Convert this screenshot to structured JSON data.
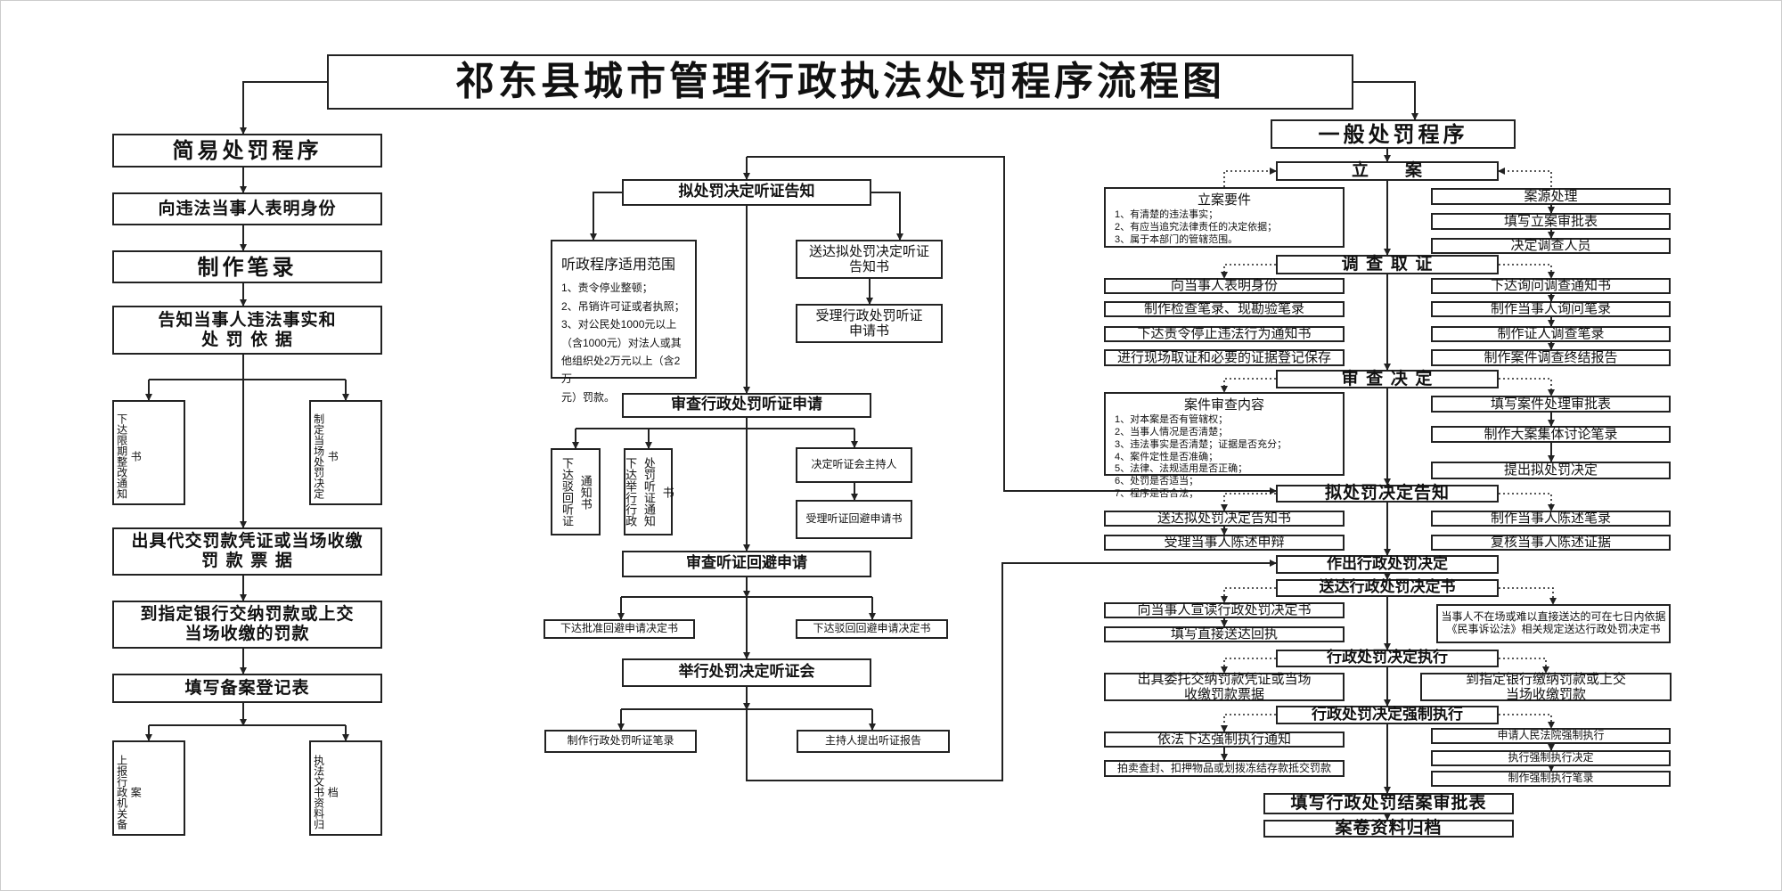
{
  "title": "祁东县城市管理行政执法处罚程序流程图",
  "simple": {
    "heading": "简易处罚程序",
    "step1": "向违法当事人表明身份",
    "step2": "制作笔录",
    "step3": "告知当事人违法事实和\n处 罚 依 据",
    "branch_a_left": "下达限期整改通知书",
    "branch_a_right": "制定当场处罚决定书",
    "step4": "出具代交罚款凭证或当场收缴\n罚 款 票 据",
    "step5": "到指定银行交纳罚款或上交\n当场收缴的罚款",
    "step6": "填写备案登记表",
    "branch_b_left": "上报行政机关备案",
    "branch_b_right": "执法文书资料归档"
  },
  "hearing": {
    "notice": "拟处罚决定听证告知",
    "scope": {
      "title": "听政程序适用范围",
      "items": [
        "1、责令停业整顿；",
        "2、吊销许可证或者执照；",
        "3、对公民处1000元以上",
        "（含1000元）对法人或其",
        "他组织处2万元以上（含2万",
        "元）罚款。"
      ]
    },
    "deliver_notice": "送达拟处罚决定听证\n告知书",
    "accept_application": "受理行政处罚听证\n申请书",
    "review_application": "审查行政处罚听证申请",
    "reject_notice": "下达驳回听证通知书",
    "hold_notice": "下达举行行政处罚听证通知书",
    "decide_host": "决定听证会主持人",
    "accept_recusal": "受理听证回避申请书",
    "review_recusal": "审查听证回避申请",
    "approve_recusal": "下达批准回避申请决定书",
    "reject_recusal": "下达驳回回避申请决定书",
    "hold_hearing": "举行处罚决定听证会",
    "make_record": "制作行政处罚听证笔录",
    "host_report": "主持人提出听证报告"
  },
  "general": {
    "heading": "一般处罚程序",
    "filing": "立　　案",
    "filing_req": {
      "title": "立案要件",
      "items": [
        "1、有清楚的违法事实；",
        "2、有应当追究法律责任的决定依据；",
        "3、属于本部门的管辖范围。"
      ]
    },
    "filing_right": [
      "案源处理",
      "填写立案审批表",
      "决定调查人员"
    ],
    "investigation": "调 查 取 证",
    "investigation_left": [
      "向当事人表明身份",
      "制作检查笔录、现勘验笔录",
      "下达责令停止违法行为通知书",
      "进行现场取证和必要的证据登记保存"
    ],
    "investigation_right": [
      "下达询问调查通知书",
      "制作当事人询问笔录",
      "制作证人调查笔录",
      "制作案件调查终结报告"
    ],
    "review": "审 查 决 定",
    "review_content": {
      "title": "案件审查内容",
      "items": [
        "1、对本案是否有管辖权；",
        "2、当事人情况是否清楚；",
        "3、违法事实是否清楚；证据是否充分；",
        "4、案件定性是否准确；",
        "5、法律、法规适用是否正确；",
        "6、处罚是否适当；",
        "7、程序是否合法；"
      ]
    },
    "review_right": [
      "填写案件处理审批表",
      "制作大案集体讨论笔录",
      "提出拟处罚决定"
    ],
    "proposed_notice": "拟处罚决定告知",
    "proposed_left": [
      "送达拟处罚决定告知书",
      "受理当事人陈述申辩"
    ],
    "proposed_right": [
      "制作当事人陈述笔录",
      "复核当事人陈述证据"
    ],
    "make_decision": "作出行政处罚决定",
    "deliver_decision": "送达行政处罚决定书",
    "deliver_left": [
      "向当事人宣读行政处罚决定书",
      "填写直接送达回执"
    ],
    "deliver_right": "当事人不在场或难以直接送达的可在七日内依据《民事诉讼法》相关规定送达行政处罚决定书",
    "execution": "行政处罚决定执行",
    "execution_left": "出具委托交纳罚款凭证或当场\n收缴罚款票据",
    "execution_right": "到指定银行缴纳罚款或上交\n当场收缴罚款",
    "enforcement": "行政处罚决定强制执行",
    "enforcement_left": [
      "依法下达强制执行通知",
      "拍卖查封、扣押物品或划拨冻结存款抵交罚款"
    ],
    "enforcement_right": [
      "申请人民法院强制执行",
      "执行强制执行决定",
      "制作强制执行笔录"
    ],
    "close_form": "填写行政处罚结案审批表",
    "archive": "案卷资料归档"
  }
}
